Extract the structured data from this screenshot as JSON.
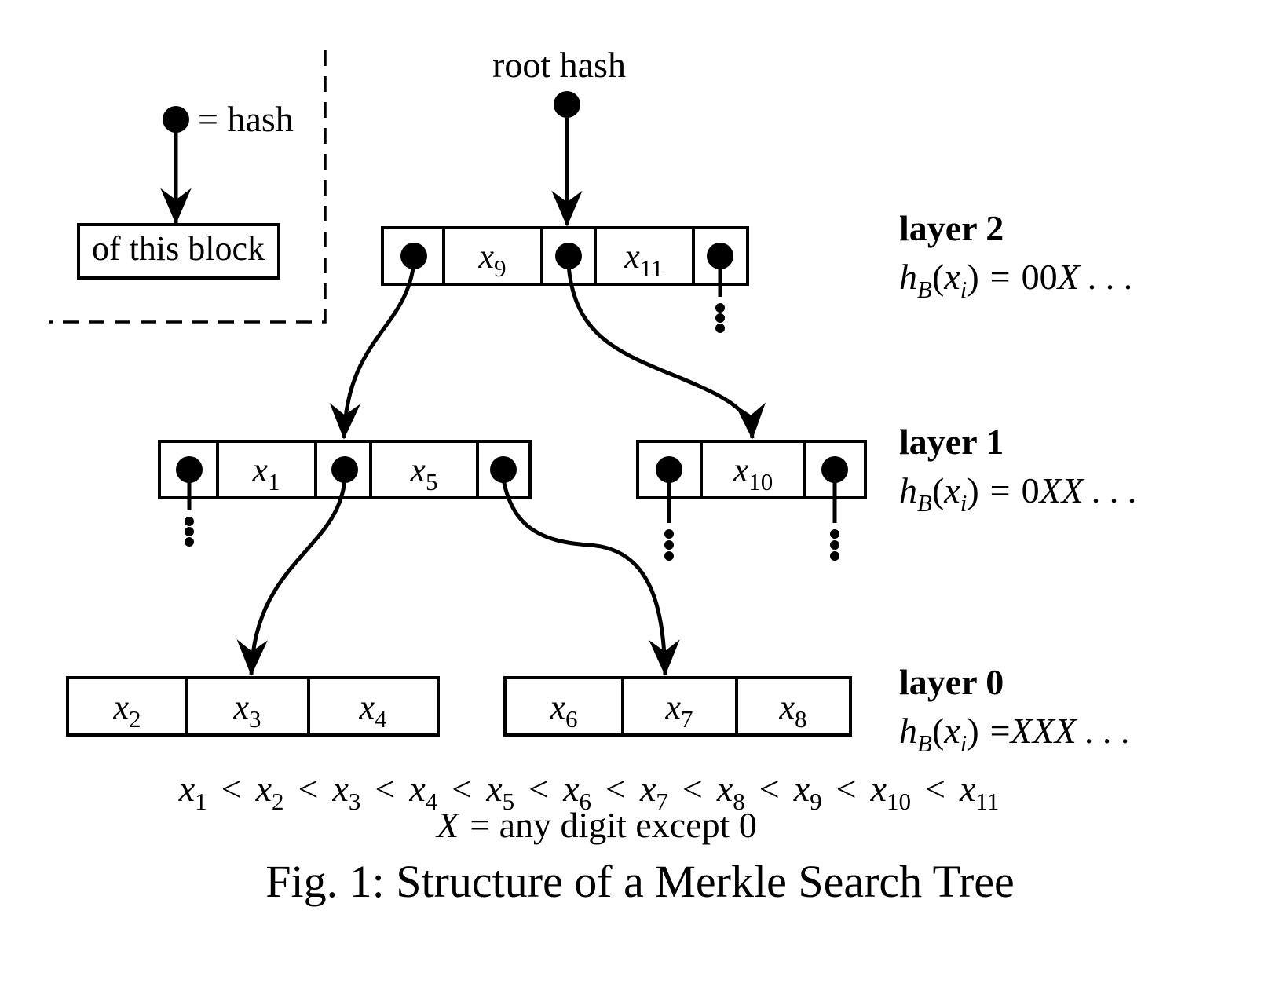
{
  "page": {
    "background": "#ffffff",
    "ink": "#000000"
  },
  "legend": {
    "equals_label": "= hash",
    "block_label": "of this block"
  },
  "tree": {
    "root_label": "root hash",
    "layer2": {
      "keys": [
        {
          "base": "x",
          "sub": "9"
        },
        {
          "base": "x",
          "sub": "11"
        }
      ]
    },
    "layer1_left": {
      "keys": [
        {
          "base": "x",
          "sub": "1"
        },
        {
          "base": "x",
          "sub": "5"
        }
      ]
    },
    "layer1_right": {
      "keys": [
        {
          "base": "x",
          "sub": "10"
        }
      ]
    },
    "layer0_left": {
      "keys": [
        {
          "base": "x",
          "sub": "2"
        },
        {
          "base": "x",
          "sub": "3"
        },
        {
          "base": "x",
          "sub": "4"
        }
      ]
    },
    "layer0_right": {
      "keys": [
        {
          "base": "x",
          "sub": "6"
        },
        {
          "base": "x",
          "sub": "7"
        },
        {
          "base": "x",
          "sub": "8"
        }
      ]
    }
  },
  "layer_labels": [
    {
      "name": "layer 2",
      "zeros": "00",
      "xs": "X"
    },
    {
      "name": "layer 1",
      "zeros": "0",
      "xs": "XX"
    },
    {
      "name": "layer 0",
      "zeros": "",
      "xs": "XXX"
    }
  ],
  "formula": {
    "func": "h",
    "func_sub": "B",
    "lparen": "(",
    "arg": "x",
    "arg_sub": "i",
    "rparen": ")",
    "equals": "=",
    "dots": ". . ."
  },
  "ordering": {
    "separator": "<",
    "items": [
      {
        "base": "x",
        "sub": "1"
      },
      {
        "base": "x",
        "sub": "2"
      },
      {
        "base": "x",
        "sub": "3"
      },
      {
        "base": "x",
        "sub": "4"
      },
      {
        "base": "x",
        "sub": "5"
      },
      {
        "base": "x",
        "sub": "6"
      },
      {
        "base": "x",
        "sub": "7"
      },
      {
        "base": "x",
        "sub": "8"
      },
      {
        "base": "x",
        "sub": "9"
      },
      {
        "base": "x",
        "sub": "10"
      },
      {
        "base": "x",
        "sub": "11"
      }
    ]
  },
  "note": {
    "x": "X",
    "rest": "= any digit except 0"
  },
  "caption": "Fig. 1: Structure of a Merkle Search Tree"
}
